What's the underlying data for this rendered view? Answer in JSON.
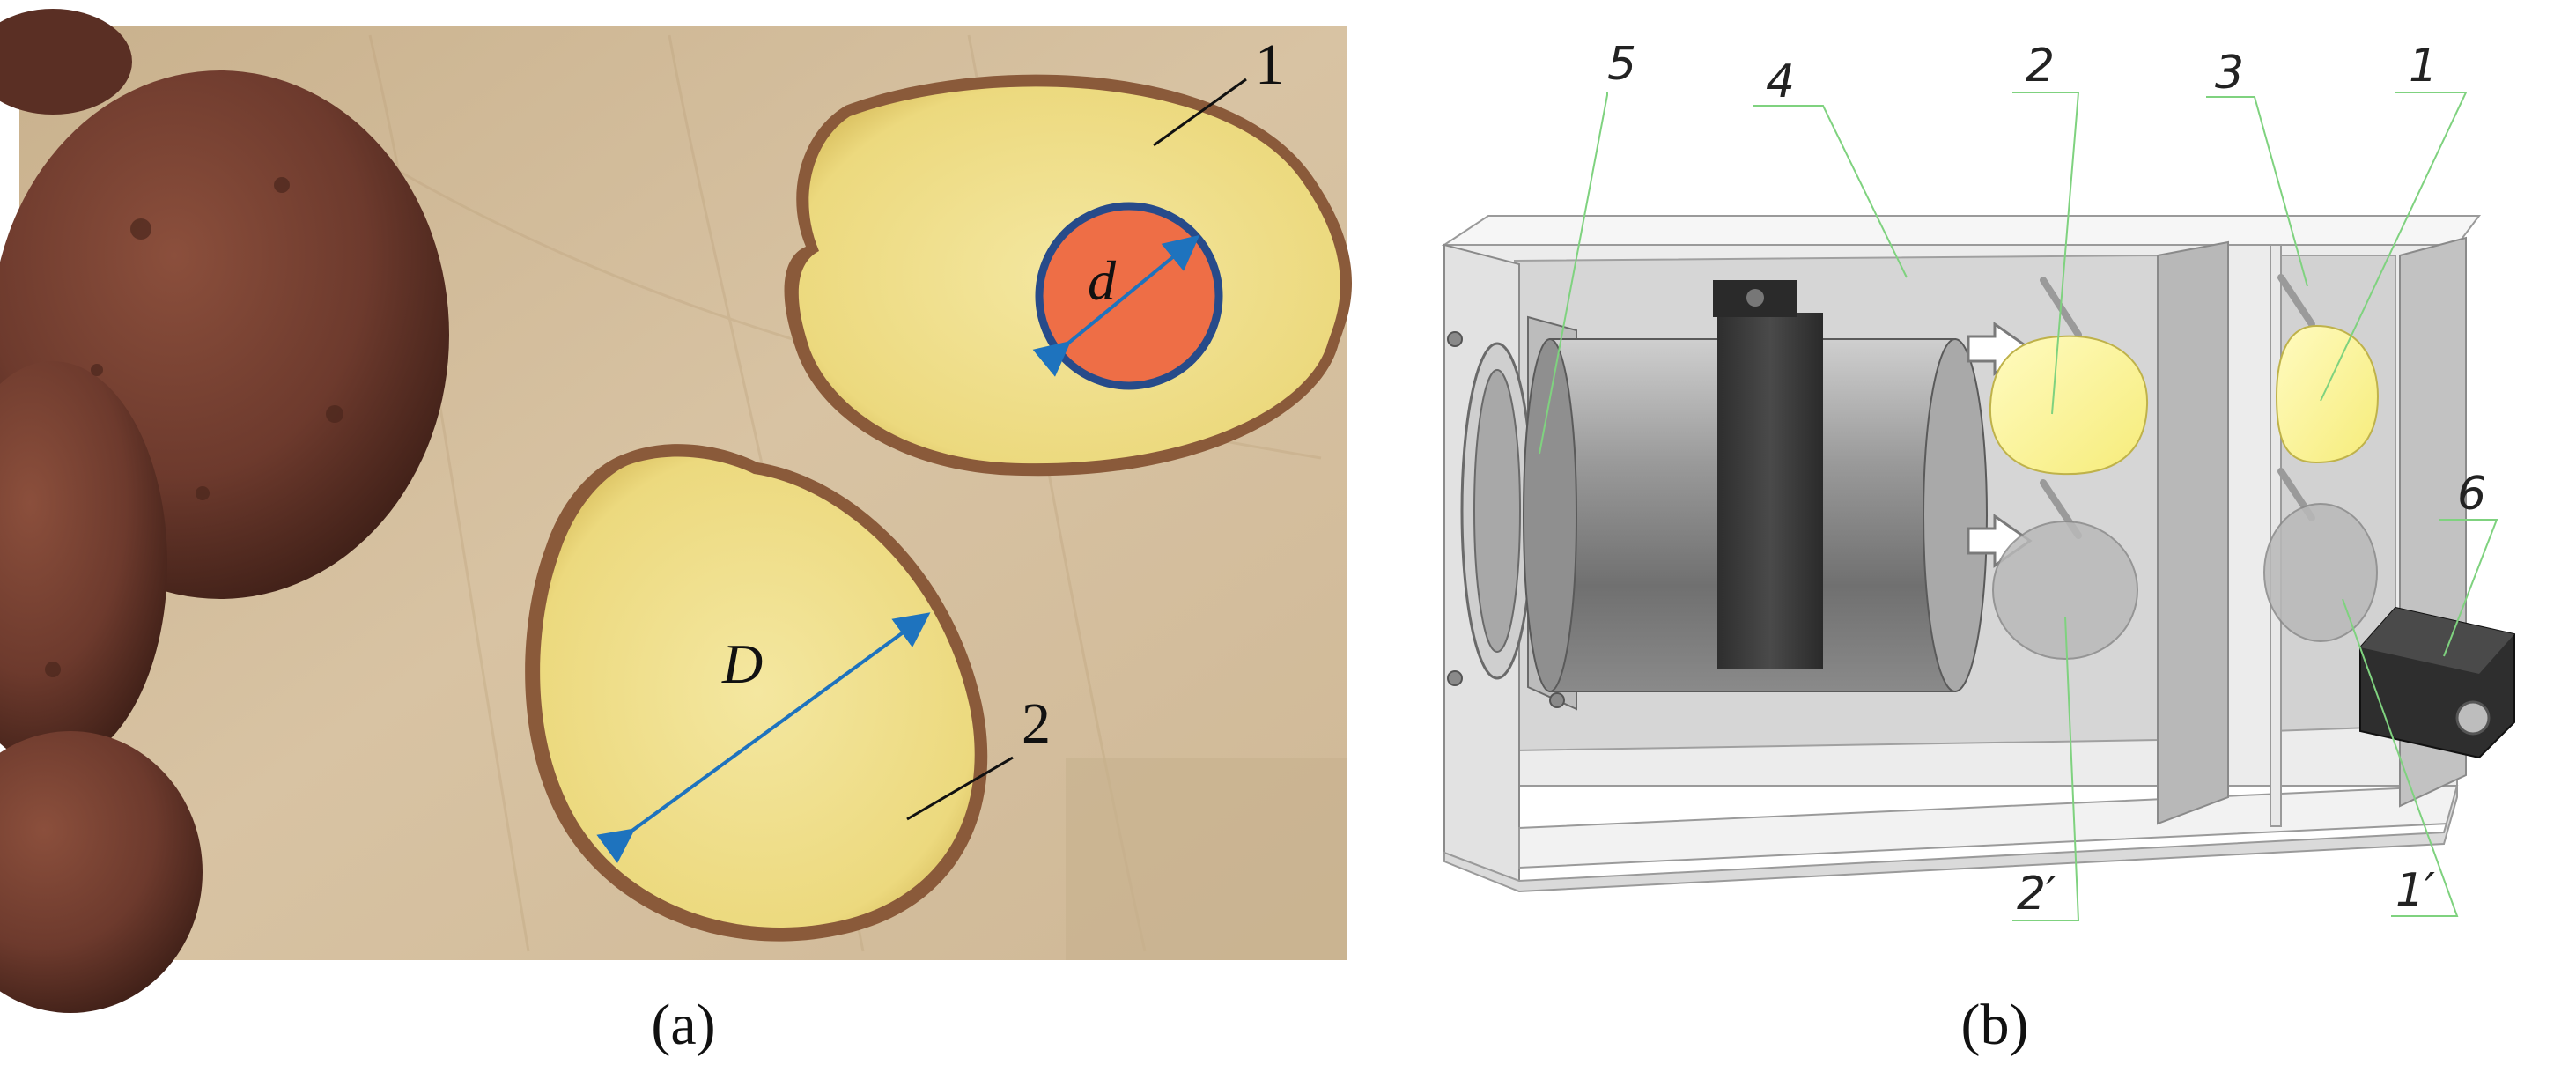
{
  "panel_a": {
    "caption": "(a)",
    "labels": {
      "label_1": "1",
      "label_2": "2",
      "small_d": "d",
      "big_d": "D"
    },
    "colors": {
      "core": "#ee6e46",
      "core_ring": "#274b8a",
      "arrow": "#1e73be",
      "flesh": "#efdf84"
    }
  },
  "panel_b": {
    "caption": "(b)",
    "labels": {
      "label_5": "5",
      "label_4": "4",
      "label_2": "2",
      "label_3": "3",
      "label_1": "1",
      "label_6": "6",
      "label_2p": "2′",
      "label_1p": "1′"
    },
    "colors": {
      "leader": "#7fd27f",
      "sample": "#fbf49a",
      "housing": "#444444"
    }
  }
}
